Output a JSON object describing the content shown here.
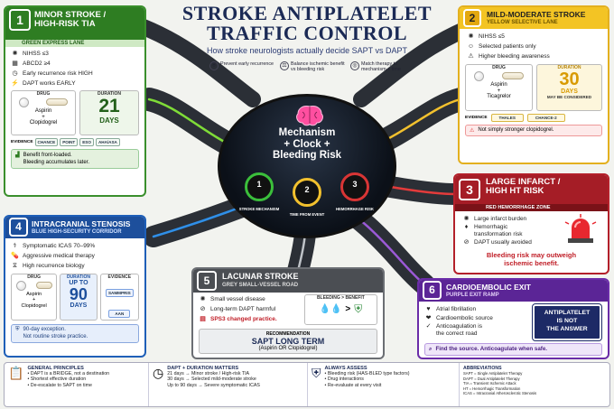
{
  "title": {
    "line1": "STROKE ANTIPLATELET",
    "line2": "TRAFFIC CONTROL",
    "subtitle": "How stroke neurologists actually decide SAPT vs DAPT"
  },
  "aims": [
    {
      "text": "Prevent early recurrence"
    },
    {
      "text": "Balance ischemic benefit vs bleeding risk"
    },
    {
      "text": "Match therapy to mechanism + time"
    }
  ],
  "hub": {
    "line1": "Mechanism",
    "line2": "+ Clock +",
    "line3": "Bleeding Risk",
    "gauges": [
      {
        "num": "1",
        "label": "STROKE MECHANISM",
        "color": "#3bbf3b"
      },
      {
        "num": "2",
        "label": "TIME FROM EVENT",
        "color": "#f2c12e"
      },
      {
        "num": "3",
        "label": "HEMORRHAGE RISK",
        "color": "#d93535"
      }
    ]
  },
  "p1": {
    "num": "1",
    "title1": "MINOR STROKE /",
    "title2": "HIGH-RISK TIA",
    "sub": "GREEN EXPRESS LANE",
    "rows": [
      "NIHSS ≤3",
      "ABCD2 ≥4",
      "Early recurrence risk HIGH",
      "DAPT works EARLY"
    ],
    "drug_label": "DRUG",
    "drug1": "Aspirin",
    "plus": "+",
    "drug2": "Clopidogrel",
    "dur_label": "DURATION",
    "dur_value": "21",
    "dur_unit": "DAYS",
    "evidence_label": "EVIDENCE",
    "evidence": [
      "CHANCE",
      "POINT",
      "ESO",
      "AHA/ASA"
    ],
    "note1": "Benefit front-loaded.",
    "note2": "Bleeding accumulates later."
  },
  "p2": {
    "num": "2",
    "title": "MILD-MODERATE STROKE",
    "sub": "YELLOW SELECTIVE LANE",
    "rows": [
      "NIHSS ≤5",
      "Selected patients only",
      "Higher bleeding awareness"
    ],
    "drug_label": "DRUG",
    "drug1": "Aspirin",
    "plus": "+",
    "drug2": "Ticagrelor",
    "dur_label": "DURATION",
    "dur_value": "30",
    "dur_unit": "DAYS",
    "dur_note": "MAY BE CONSIDERED",
    "evidence_label": "EVIDENCE",
    "evidence": [
      "THALES",
      "CHANCE-2"
    ],
    "warning": "Not simply stronger clopidogrel."
  },
  "p3": {
    "num": "3",
    "title1": "LARGE INFARCT /",
    "title2": "HIGH HT RISK",
    "sub": "RED HEMORRHAGE ZONE",
    "rows": [
      "Large infarct burden",
      "Hemorrhagic",
      "transformation risk",
      "DAPT usually avoided"
    ],
    "note1": "Bleeding risk may outweigh",
    "note2": "ischemic benefit."
  },
  "p4": {
    "num": "4",
    "title": "INTRACRANIAL STENOSIS",
    "sub": "BLUE HIGH-SECURITY CORRIDOR",
    "rows": [
      "Symptomatic ICAS 70–99%",
      "Aggressive medical therapy",
      "High recurrence biology"
    ],
    "drug_label": "DRUG",
    "drug1": "Aspirin",
    "plus": "+",
    "drug2": "Clopidogrel",
    "dur_label": "DURATION",
    "dur_value1": "UP TO",
    "dur_value": "90",
    "dur_unit": "DAYS",
    "evidence_label": "EVIDENCE",
    "evidence": [
      "SAMMPRIS",
      "AAN"
    ],
    "note1": "90-day exception.",
    "note2": "Not routine stroke practice."
  },
  "p5": {
    "num": "5",
    "title": "LACUNAR STROKE",
    "sub": "GREY SMALL-VESSEL ROAD",
    "rows": [
      "Small vessel disease",
      "Long-term DAPT harmful",
      "SPS3 changed practice."
    ],
    "bb_label": "BLEEDING > BENEFIT",
    "gt": ">",
    "rec_label": "RECOMMENDATION",
    "rec_value": "SAPT LONG TERM",
    "rec_note": "(Aspirin OR Clopidogrel)"
  },
  "p6": {
    "num": "6",
    "title": "CARDIOEMBOLIC EXIT",
    "sub": "PURPLE EXIT RAMP",
    "rows": [
      "Atrial fibrillation",
      "Cardioembolic source",
      "Anticoagulation is",
      "the correct road"
    ],
    "sign1": "ANTIPLATELET",
    "sign2": "IS NOT",
    "sign3": "THE ANSWER",
    "note": "Find the source. Anticoagulate when safe."
  },
  "bottom": {
    "principles": {
      "head": "GENERAL PRINCIPLES",
      "items": [
        "• DAPT is a BRIDGE, not a destination",
        "• Shortest effective duration",
        "• De-escalate to SAPT on time"
      ]
    },
    "duration": {
      "head": "DAPT + DURATION MATTERS",
      "items": [
        "21 days → Minor stroke / High-risk TIA",
        "30 days → Selected mild-moderate stroke",
        "Up to 90 days → Severe symptomatic ICAS"
      ]
    },
    "assess": {
      "head": "ALWAYS ASSESS",
      "items": [
        "• Bleeding risk (HAS-BLED type factors)",
        "• Drug interactions",
        "• Re-evaluate at every visit"
      ]
    },
    "abbrev": {
      "head": "ABBREVIATIONS",
      "items": [
        "SAPT = Single Antiplatelet Therapy",
        "DAPT = Dual Antiplatelet Therapy",
        "TIA = Transient Ischemic Attack",
        "HT = Hemorrhagic Transformation",
        "ICAS = Intracranial Atherosclerotic Stenosis"
      ]
    }
  }
}
